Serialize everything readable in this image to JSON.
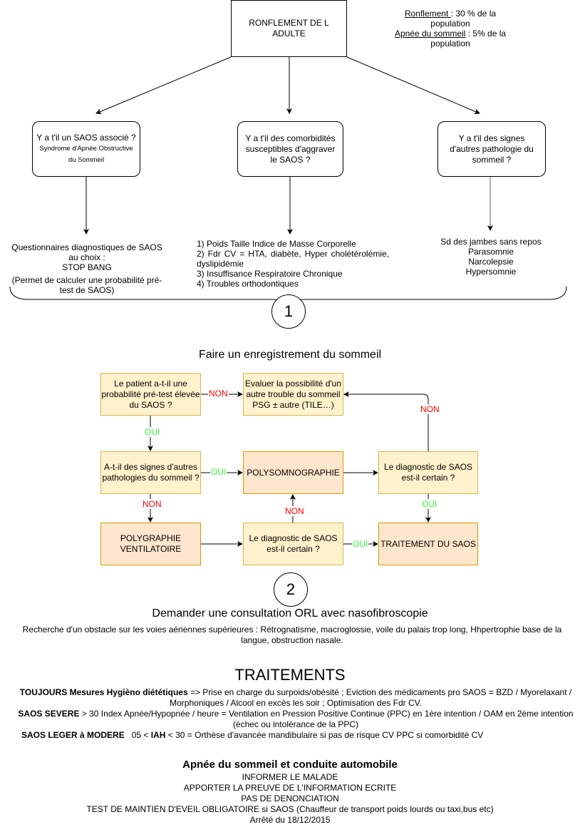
{
  "top": {
    "title": "RONFLEMENT DE L ADULTE",
    "stats": [
      {
        "label": "Ronflement ",
        "value": ": 30 % de la population"
      },
      {
        "label": "Apnée du sommeil",
        "value": " : 5% de la population"
      }
    ]
  },
  "questions": [
    {
      "title": "Y a t'il un SAOS associé ?",
      "subtitle": "Syndrome d'Apnée Obstructive du Sommeil"
    },
    {
      "title": "Y a t'il des comorbidités susceptibles d'aggraver le SAOS ?"
    },
    {
      "title": "Y a t'il des signes d'autres pathologie du sommeil ?"
    }
  ],
  "answers": {
    "left": {
      "line1": "Questionnaires diagnostiques de SAOS au choix :",
      "line2": "STOP BANG",
      "line3": "(Permet de calculer une probabilité pré-test de SAOS)"
    },
    "middle": [
      "1) Poids Taille Indice de Masse Corporelle",
      "2) Fdr CV = HTA, diabète, Hyper cholétérolémie, dyslipidémie",
      "3) Insuffisance Respiratoire Chronique",
      "4) Troubles orthodontiques"
    ],
    "right": [
      "Sd des jambes sans repos",
      "Parasomnie",
      "Narcolepsie",
      "Hypersomnie"
    ]
  },
  "step1": {
    "number": "1",
    "title": "Faire un enregistrement du sommeil"
  },
  "flow": {
    "pretest": "Le patient a-t-il une probabilité pré-test élevée du SAOS ?",
    "evaluer": "Evaluer la possibilité d'un autre trouble du sommeil PSG ± autre (TILE…)",
    "signes": "A-t-il des signes d'autres pathologies du sommeil ?",
    "psg": "POLYSOMNOGRAPHIE",
    "diag_psg": "Le diagnostic de SAOS est-il certain ?",
    "pv": "POLYGRAPHIE VENTILATOIRE",
    "diag_pv": "Le diagnostic de SAOS est-il certain ?",
    "traitement": "TRAITEMENT DU SAOS",
    "oui": "OUI",
    "non": "NON"
  },
  "step2": {
    "number": "2",
    "title": "Demander une consultation ORL avec nasofibroscopie",
    "text": "Recherche d'un obstacle sur les voies aériennes supérieures : Rétrognatisme, macroglossie, voile du palais trop long, Hhpertrophie base de la langue, obstruction nasale."
  },
  "traitements": {
    "title": "TRAITEMENTS",
    "toujours_bold": "TOUJOURS  Mesures Hygièno diététiques",
    "toujours_text": " => Prise en charge du surpoids/obésité ; Eviction des médicaments pro SAOS = BZD / Myorelaxant / Morphoniques / Alcool en excès les soir ; Optimisation des Fdr CV.",
    "severe_bold": "SAOS SEVERE",
    "severe_text": " > 30 Index Apnée/Hypopnée / heure = Ventilation en Pression Positive Continue (PPC) en 1ère intention / OAM en 2ème intention (échec ou intolérance de la PPC)",
    "leger_bold": "SAOS LEGER à MODERE",
    "leger_mid": "   05 < ",
    "leger_iah": "IAH",
    "leger_text": " < 30  = Orthèse d'avancée mandibulaire si pas de risque CV PPC si comorbidité CV"
  },
  "conduite": {
    "title": "Apnée du sommeil et conduite automobile",
    "lines": [
      "INFORMER LE MALADE",
      "APPORTER LA PREUVE DE L'INFORMATION ECRITE",
      "PAS DE DENONCIATION",
      "TEST DE MAINTIEN D'EVEIL OBLIGATOIRE si SAOS (Chauffeur de transport poids lourds ou taxi,bus etc)",
      "Arrêté du 18/12/2015"
    ]
  },
  "colors": {
    "decision_fill": "#fff2cc",
    "decision_border": "#d6b656",
    "action_fill": "#ffe6cc",
    "action_border": "#d79b00",
    "oui": "#33ff33",
    "non": "#ff0000"
  }
}
